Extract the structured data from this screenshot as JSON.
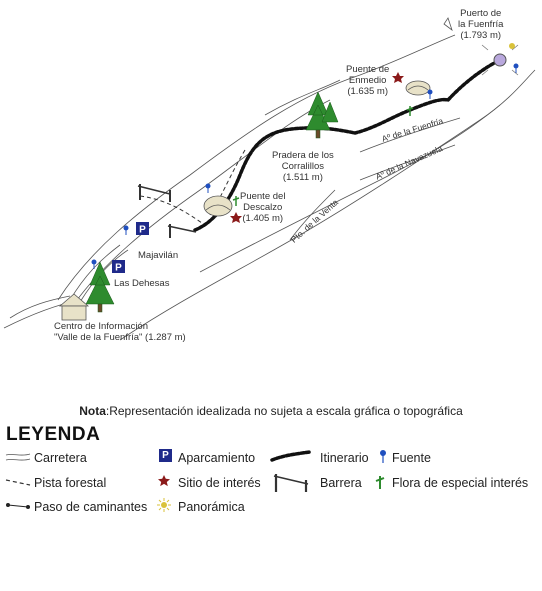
{
  "map": {
    "places": {
      "puerto": [
        "Puerto de",
        "la Fuenfría",
        "(1.793 m)"
      ],
      "enmedio": [
        "Puente de",
        "Enmedio",
        "(1.635 m)"
      ],
      "praderas": [
        "Pradera de los",
        "Corralillos",
        "(1.511 m)"
      ],
      "descalzo": [
        "Puente del",
        "Descalzo",
        "(1.405 m)"
      ],
      "majavilan": "Majavilán",
      "dehesas": "Las Dehesas",
      "centro": [
        "Centro de Información",
        "\"Valle de la Fuenfría\"  (1.287 m)"
      ]
    },
    "streams": {
      "fuenfria": "Aº de la Fuenfría",
      "navazuela": "Aº de la Navazuela",
      "venta": "Pto. de la Venta"
    }
  },
  "note": {
    "bold": "Nota",
    "text": ":Representación idealizada no sujeta a escala gráfica o topográfica"
  },
  "legend": {
    "title": "LEYENDA",
    "items": {
      "carretera": "Carretera",
      "pista": "Pista forestal",
      "paso": "Paso de caminantes",
      "aparcamiento": "Aparcamiento",
      "sitio": "Sitio de interés",
      "panoramica": "Panorámica",
      "itinerario": "Itinerario",
      "barrera": "Barrera",
      "fuente": "Fuente",
      "flora": "Flora de especial interés"
    }
  },
  "colors": {
    "ink": "#333333",
    "route": "#111111",
    "tree": "#2e8b2e",
    "parking": "#1f2a8a",
    "star": "#8b1a1a",
    "fountain": "#1f4fbf",
    "panorama": "#d9c23a",
    "summit": "#b9a8dd"
  }
}
